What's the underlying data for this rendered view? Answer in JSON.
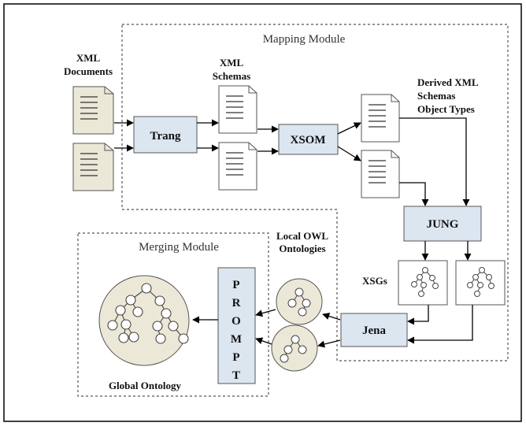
{
  "labels": {
    "mapping_module": "Mapping Module",
    "merging_module": "Merging Module",
    "xml_documents": [
      "XML",
      "Documents"
    ],
    "xml_schemas": [
      "XML",
      "Schemas"
    ],
    "derived": [
      "Derived XML",
      "Schemas",
      "Object Types"
    ],
    "local_owl": [
      "Local OWL",
      "Ontologies"
    ],
    "xsgs": "XSGs",
    "global_ontology": "Global Ontology"
  },
  "components": {
    "trang": "Trang",
    "xsom": "XSOM",
    "jung": "JUNG",
    "jena": "Jena",
    "prompt_letters": [
      "P",
      "R",
      "O",
      "M",
      "P",
      "T"
    ]
  },
  "colors": {
    "component_fill": "#dce6f1",
    "document_fill": "#ece8d7",
    "ontology_fill": "#ece8d7",
    "line": "#000000"
  }
}
